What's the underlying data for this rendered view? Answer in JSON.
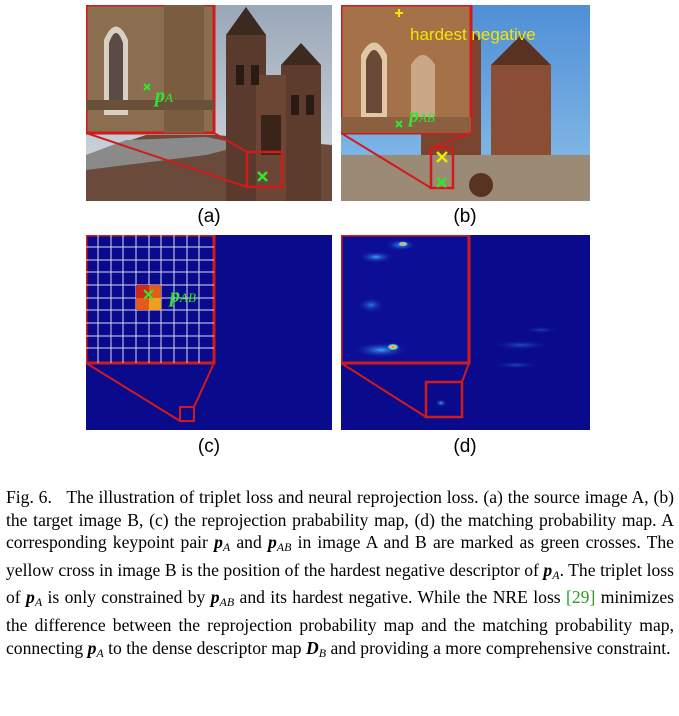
{
  "panels": {
    "a": {
      "label": "(a)",
      "keypoint_label": "p",
      "keypoint_sub": "A"
    },
    "b": {
      "label": "(b)",
      "keypoint_label": "p",
      "keypoint_sub": "AB",
      "hardest_negative_label": "hardest negative"
    },
    "c": {
      "label": "(c)",
      "keypoint_label": "p",
      "keypoint_sub": "AB"
    },
    "d": {
      "label": "(d)"
    }
  },
  "caption": {
    "fig_label": "Fig. 6.",
    "t1": "The illustration of triplet loss and neural reprojection loss. (a) the source image A, (b) the target image B, (c) the reprojection prabability map, (d) the matching probability map. A corresponding keypoint pair ",
    "pA_1": "p",
    "pA_1_sub": "A",
    "t2": " and ",
    "pAB_1": "p",
    "pAB_1_sub": "AB",
    "t3": " in image A and B are marked as green crosses. The yellow cross in image B is the position of the hardest negative descriptor of ",
    "pA_2": "p",
    "pA_2_sub": "A",
    "t4": ". The triplet loss of ",
    "pA_3": "p",
    "pA_3_sub": "A",
    "t5": " is only constrained by ",
    "pAB_2": "p",
    "pAB_2_sub": "AB",
    "t6": " and its hardest negative. While the NRE loss ",
    "cite": "[29]",
    "t7": " minimizes the difference between the reprojection probability map and the matching probability map, connecting ",
    "pA_4": "p",
    "pA_4_sub": "A",
    "t8": " to the dense descriptor map ",
    "DB": "D",
    "DB_sub": "B",
    "t9": " and providing a more comprehensive constraint."
  },
  "colors": {
    "heatmap_bg": "#0a0a8c",
    "box_red": "#d11a1a",
    "keypoint_green": "#2ee82e",
    "hardest_yellow": "#f2e600",
    "grid_white": "#ffffff",
    "cite_green": "#2a9d2a"
  }
}
